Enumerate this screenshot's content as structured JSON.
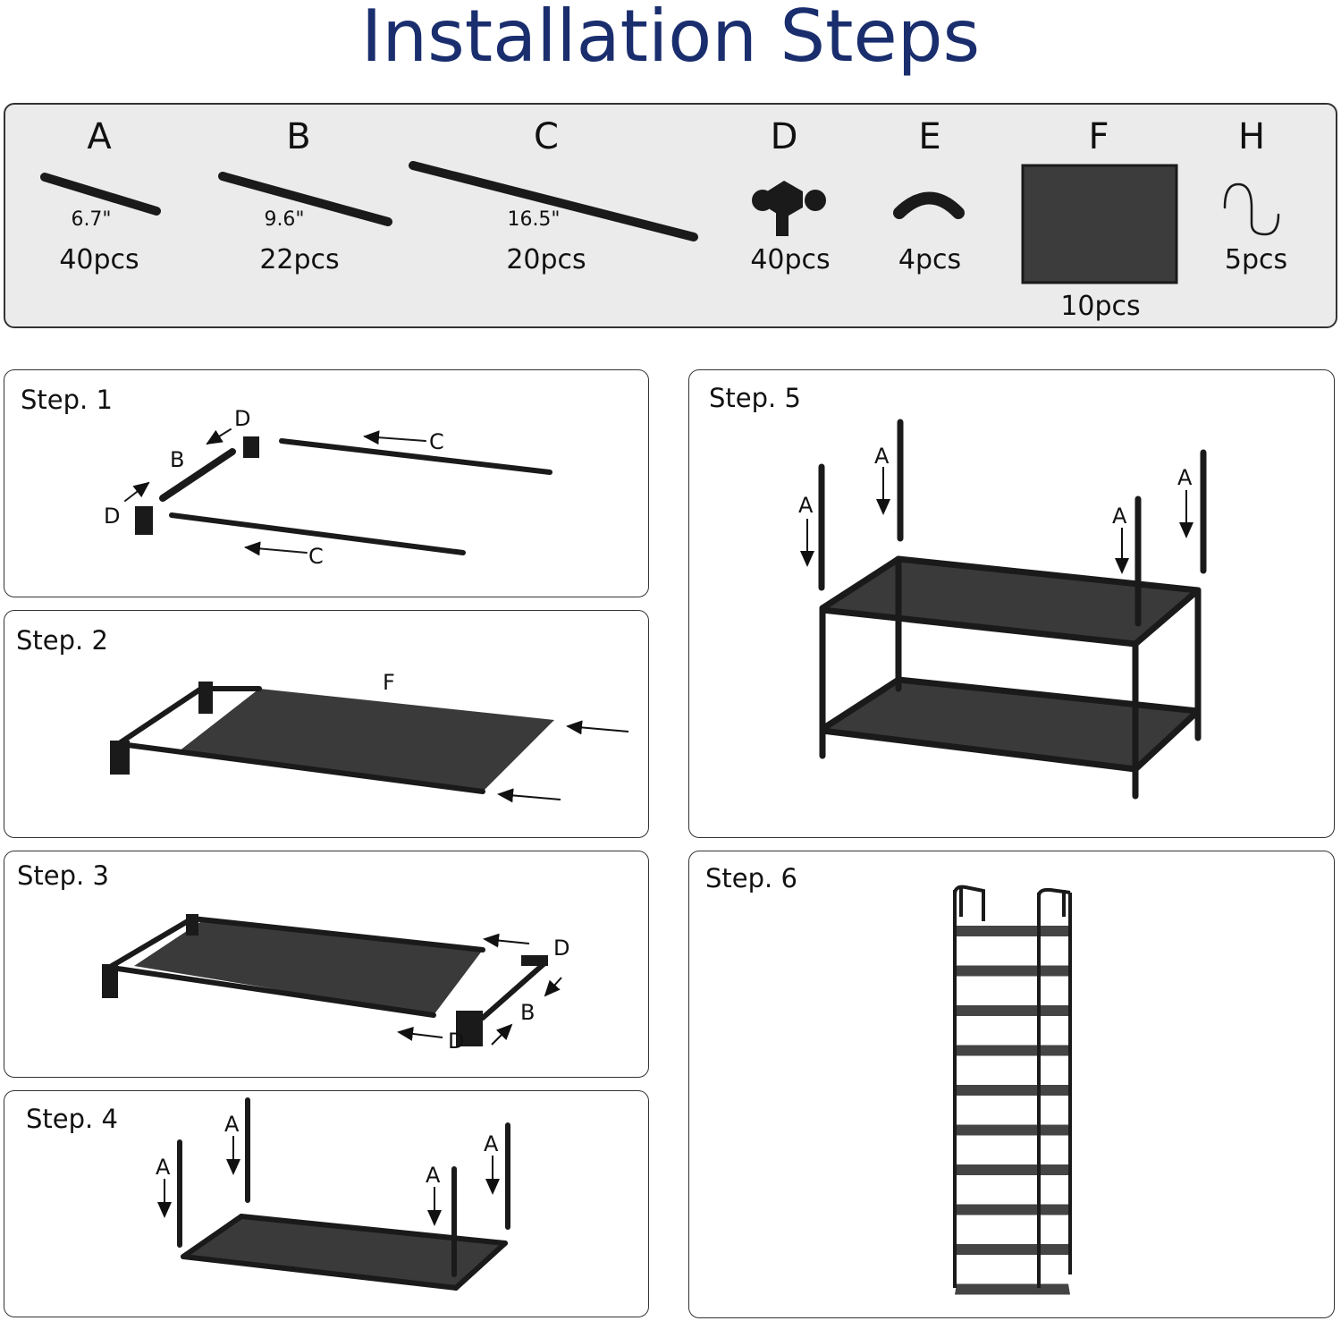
{
  "title": "Installation Steps",
  "parts": [
    {
      "label": "A",
      "length": "6.7\"",
      "count": "40pcs"
    },
    {
      "label": "B",
      "length": "9.6\"",
      "count": "22pcs"
    },
    {
      "label": "C",
      "length": "16.5\"",
      "count": "20pcs"
    },
    {
      "label": "D",
      "count": "40pcs"
    },
    {
      "label": "E",
      "count": "4pcs"
    },
    {
      "label": "F",
      "count": "10pcs"
    },
    {
      "label": "H",
      "count": "5pcs"
    }
  ],
  "steps": [
    {
      "label": "Step. 1",
      "callouts": [
        "D",
        "B",
        "D",
        "C",
        "C"
      ]
    },
    {
      "label": "Step. 2",
      "callouts": [
        "F"
      ]
    },
    {
      "label": "Step. 3",
      "callouts": [
        "D",
        "B",
        "D"
      ]
    },
    {
      "label": "Step. 4",
      "callouts": [
        "A",
        "A",
        "A",
        "A"
      ]
    },
    {
      "label": "Step. 5",
      "callouts": [
        "A",
        "A",
        "A",
        "A"
      ]
    },
    {
      "label": "Step. 6"
    }
  ],
  "colors": {
    "title": "#1a2e6e",
    "parts_bg": "#ebebeb",
    "metal": "#1a1a1a",
    "fabric": "#3a3a3a"
  }
}
